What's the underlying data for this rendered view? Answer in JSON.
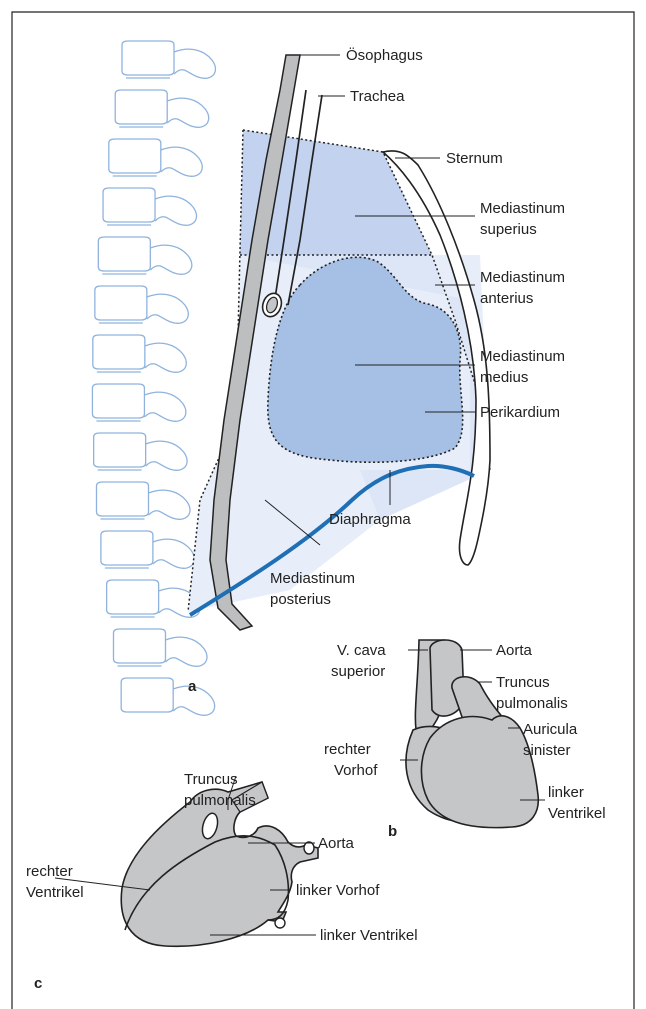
{
  "colors": {
    "frame": "#222222",
    "vertebra_outline": "#8fb3dd",
    "mediastinum_superius_fill": "#c3d3ef",
    "mediastinum_anterius_fill": "#dde6f6",
    "mediastinum_posterius_fill": "#e8eef9",
    "perikardium_fill": "#a6bfe5",
    "diaphragma": "#1e6fb5",
    "organ_gray": "#c5c6c8",
    "tube_gray": "#bdbec0"
  },
  "panels": {
    "a": "a",
    "b": "b",
    "c": "c"
  },
  "panel_a_labels": {
    "oesophagus": "Ösophagus",
    "trachea": "Trachea",
    "sternum": "Sternum",
    "med_sup_1": "Mediastinum",
    "med_sup_2": "superius",
    "med_ant_1": "Mediastinum",
    "med_ant_2": "anterius",
    "med_med_1": "Mediastinum",
    "med_med_2": "medius",
    "perikardium": "Perikardium",
    "diaphragma": "Diaphragma",
    "med_post_1": "Mediastinum",
    "med_post_2": "posterius"
  },
  "panel_b_labels": {
    "vcava_1": "V. cava",
    "vcava_2": "superior",
    "aorta": "Aorta",
    "truncus_1": "Truncus",
    "truncus_2": "pulmonalis",
    "auricula_1": "Auricula",
    "auricula_2": "sinister",
    "rvorhof_1": "rechter",
    "rvorhof_2": "Vorhof",
    "lventrikel_1": "linker",
    "lventrikel_2": "Ventrikel"
  },
  "panel_c_labels": {
    "truncus_1": "Truncus",
    "truncus_2": "pulmonalis",
    "aorta": "Aorta",
    "rventrikel_1": "rechter",
    "rventrikel_2": "Ventrikel",
    "lvorhof": "linker Vorhof",
    "lventrikel": "linker Ventrikel"
  }
}
